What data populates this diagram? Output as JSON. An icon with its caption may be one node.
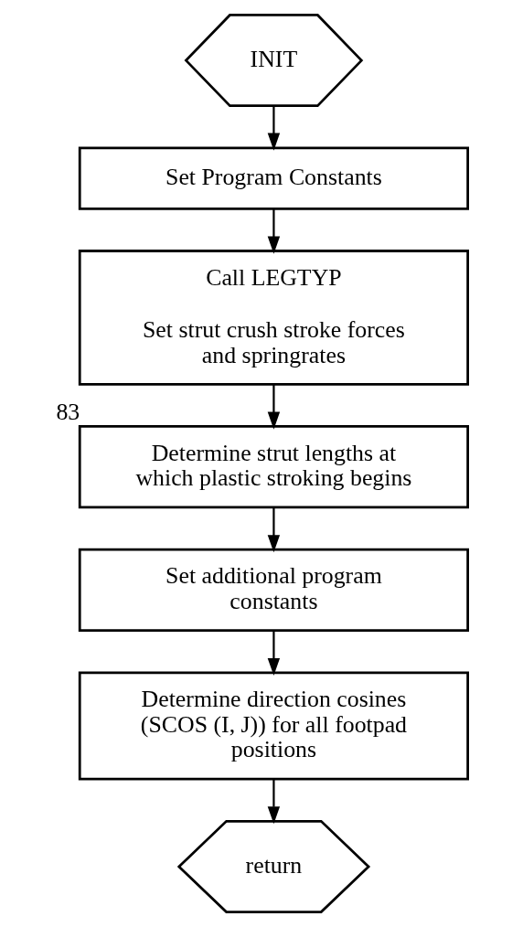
{
  "diagram": {
    "nodes": [
      {
        "text": [
          "INIT"
        ]
      },
      {
        "text": [
          "Set Program Constants"
        ]
      },
      {
        "text": [
          "Call LEGTYP",
          "Set strut crush stroke forces and springrates"
        ]
      },
      {
        "text": [
          "Determine strut lengths at which plastic stroking begins"
        ],
        "beside": [
          "83"
        ]
      },
      {
        "text": [
          "Set additional program constants"
        ]
      },
      {
        "text": [
          "Determine direction cosines (SCOS (I, J)) for all footpad positions"
        ]
      },
      {
        "text": [
          "return"
        ]
      }
    ],
    "edges": [
      {
        "from": 0,
        "to": 1,
        "arrow": "to"
      },
      {
        "from": 1,
        "to": 2,
        "arrow": "to"
      },
      {
        "from": 2,
        "to": 3,
        "arrow": "to"
      },
      {
        "from": 3,
        "to": 4,
        "arrow": "to"
      },
      {
        "from": 4,
        "to": 5,
        "arrow": "to"
      },
      {
        "from": 5,
        "to": 6,
        "arrow": "to"
      }
    ]
  }
}
